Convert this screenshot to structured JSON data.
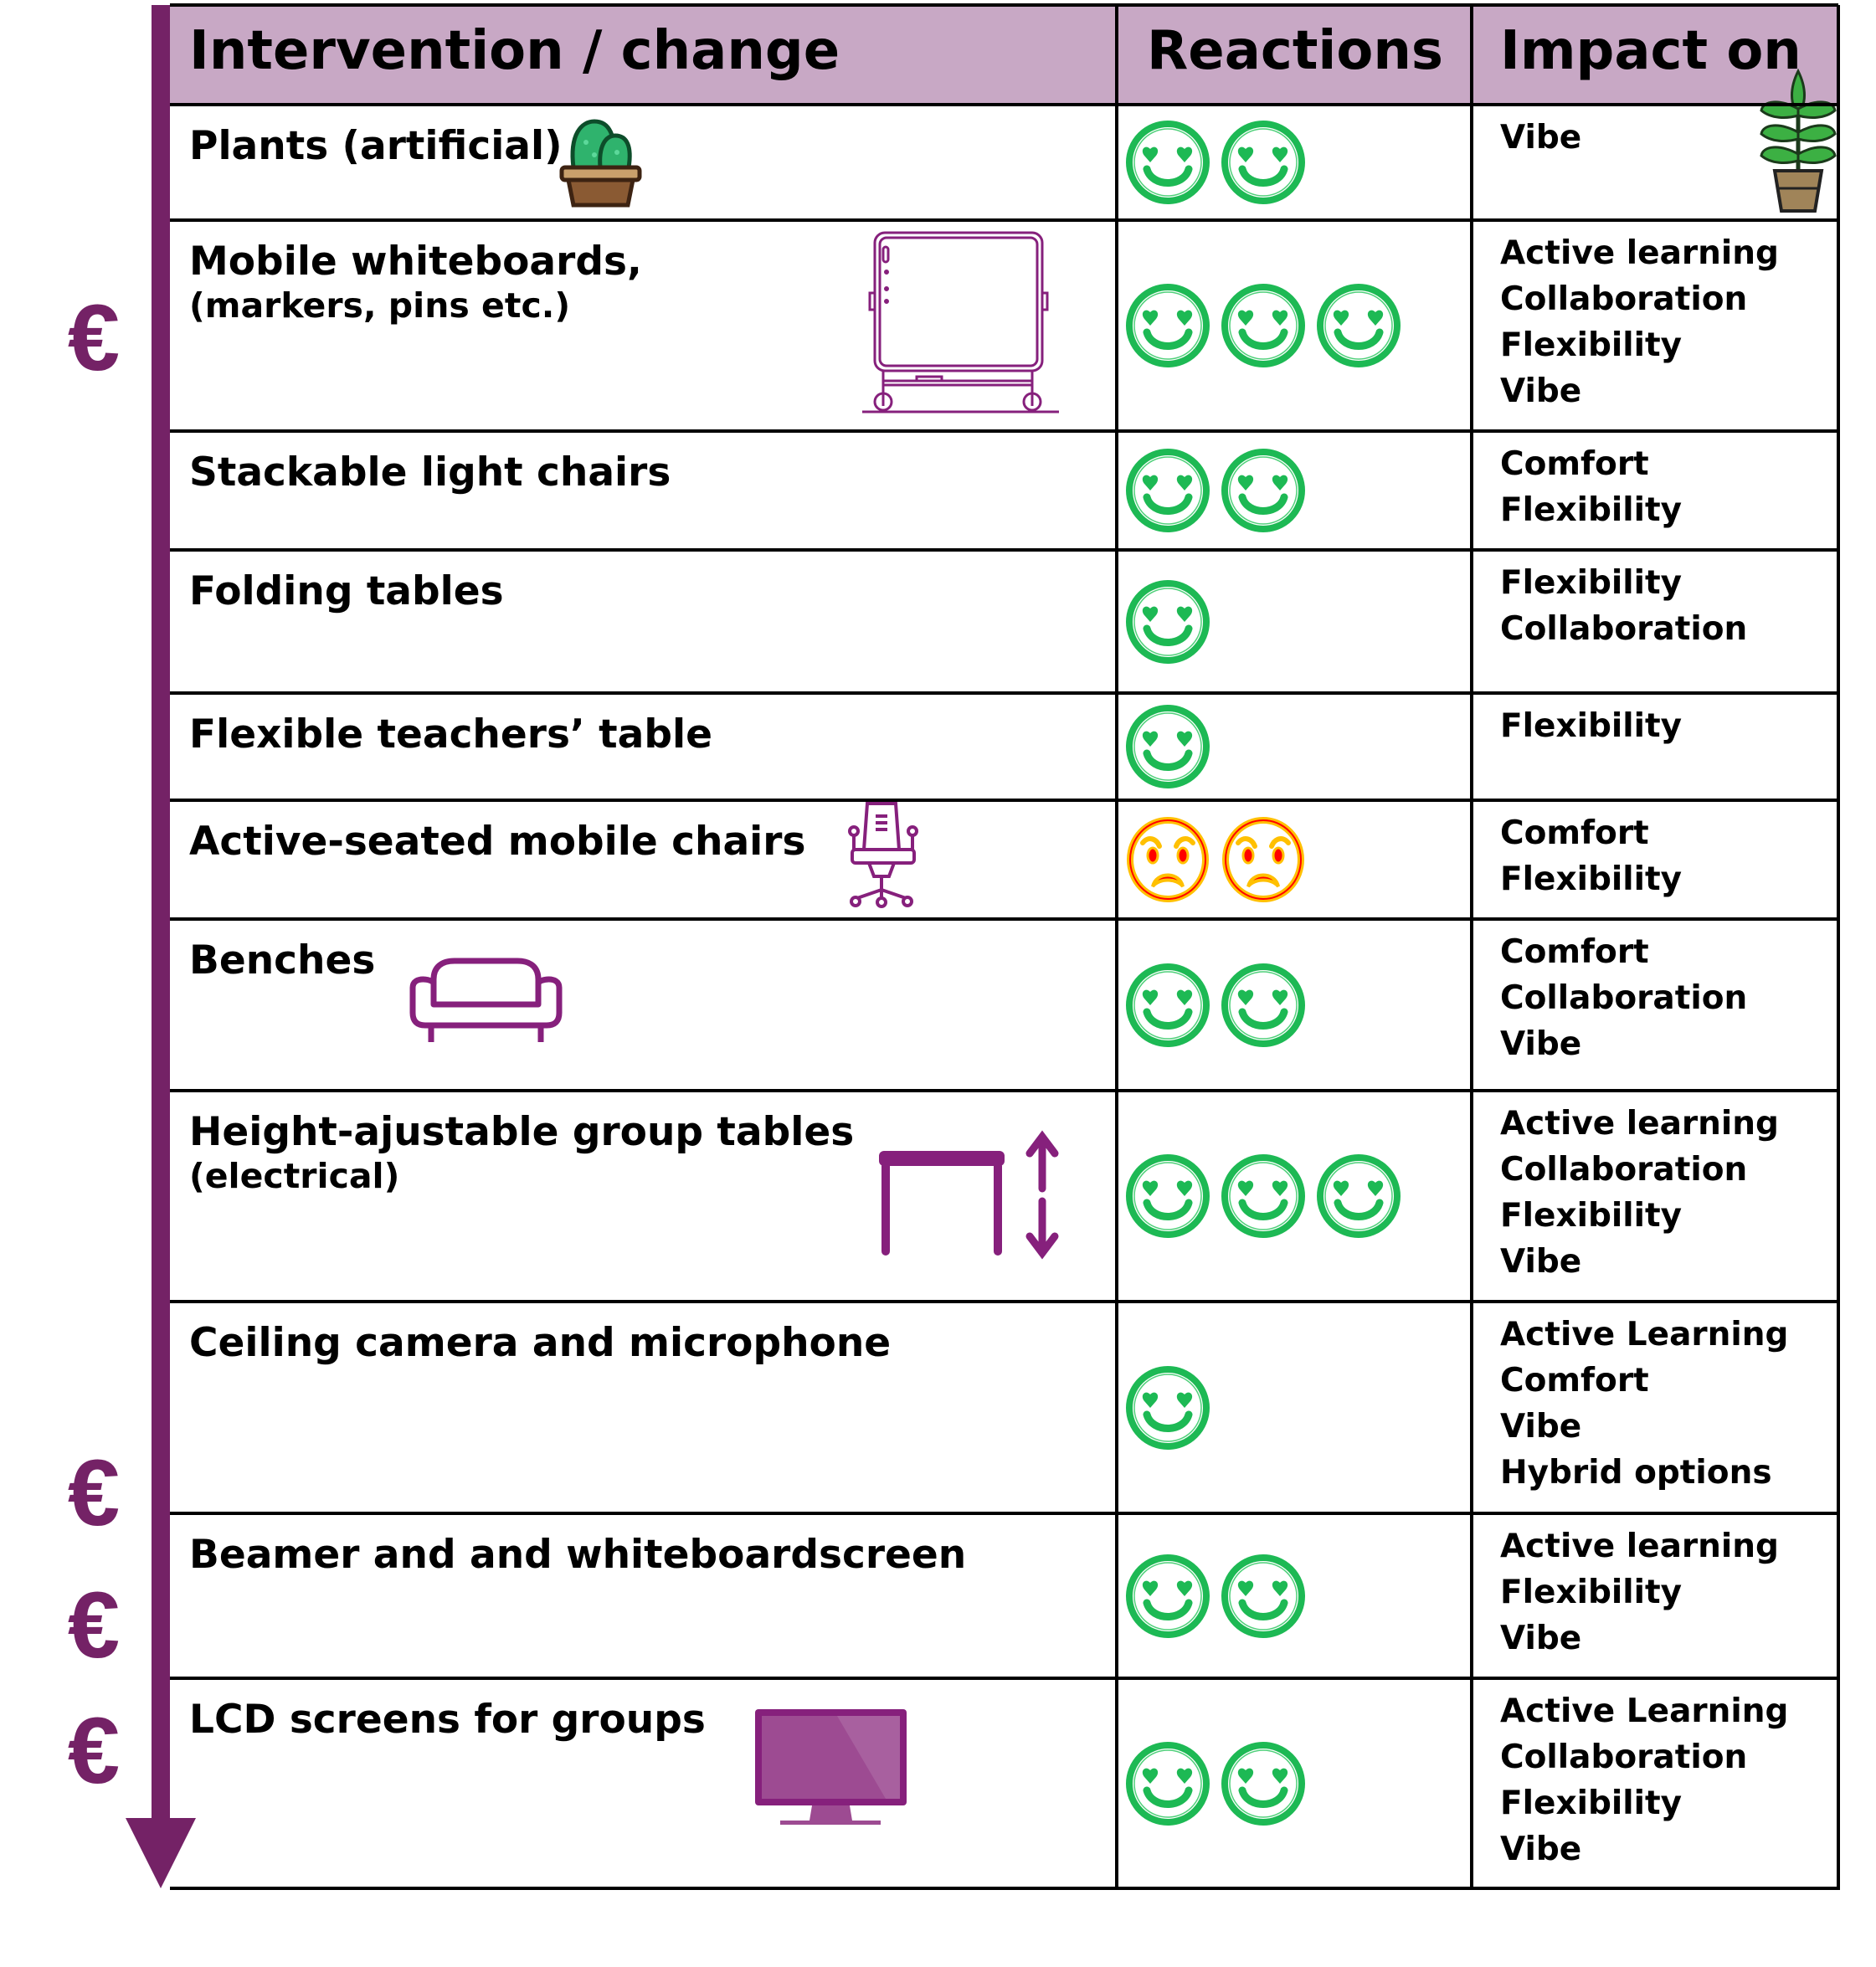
{
  "header": {
    "col_intervention": "Intervention / change",
    "col_reactions": "Reactions",
    "col_impact": "Impact on"
  },
  "cost_axis": {
    "label_icon": "euro-sign",
    "direction": "increasing-cost-downward",
    "euro_symbols": [
      "€",
      "€",
      "€",
      "€"
    ],
    "color": "#742266"
  },
  "colors": {
    "header_bg": "#c8a8c5",
    "accent_purple": "#742266",
    "positive_face": "#1db954",
    "negative_face_ring": "#ffc000",
    "negative_face_features": "#ff0000"
  },
  "rows": [
    {
      "title": "Plants (artificial)",
      "subtitle": "",
      "icon": "cactus-pot-icon",
      "reaction_type": "positive",
      "reaction_count": 2,
      "impact": [
        "Vibe"
      ]
    },
    {
      "title": "Mobile whiteboards,",
      "subtitle": "(markers, pins etc.)",
      "icon": "mobile-whiteboard-icon",
      "reaction_type": "positive",
      "reaction_count": 3,
      "impact": [
        "Active learning",
        "Collaboration",
        "Flexibility",
        "Vibe"
      ]
    },
    {
      "title": "Stackable light chairs",
      "subtitle": "",
      "icon": "",
      "reaction_type": "positive",
      "reaction_count": 2,
      "impact": [
        "Comfort",
        "Flexibility"
      ]
    },
    {
      "title": "Folding tables",
      "subtitle": "",
      "icon": "",
      "reaction_type": "positive",
      "reaction_count": 1,
      "impact": [
        "Flexibility",
        "Collaboration"
      ]
    },
    {
      "title": "Flexible teachers’  table",
      "subtitle": "",
      "icon": "",
      "reaction_type": "positive",
      "reaction_count": 1,
      "impact": [
        "Flexibility"
      ]
    },
    {
      "title": "Active-seated mobile chairs",
      "subtitle": "",
      "icon": "office-chair-icon",
      "reaction_type": "negative",
      "reaction_count": 2,
      "impact": [
        "Comfort",
        "Flexibility"
      ]
    },
    {
      "title": "Benches",
      "subtitle": "",
      "icon": "sofa-bench-icon",
      "reaction_type": "positive",
      "reaction_count": 2,
      "impact": [
        "Comfort",
        "Collaboration",
        "Vibe"
      ]
    },
    {
      "title": "Height-ajustable group tables",
      "subtitle": "(electrical)",
      "icon": "height-adjustable-table-icon",
      "reaction_type": "positive",
      "reaction_count": 3,
      "impact": [
        "Active learning",
        "Collaboration",
        "Flexibility",
        "Vibe"
      ]
    },
    {
      "title": "Ceiling camera and microphone",
      "subtitle": "",
      "icon": "",
      "reaction_type": "positive",
      "reaction_count": 1,
      "impact": [
        "Active Learning",
        "Comfort",
        "Vibe",
        "Hybrid options"
      ]
    },
    {
      "title": "Beamer and and whiteboardscreen",
      "subtitle": "",
      "icon": "",
      "reaction_type": "positive",
      "reaction_count": 2,
      "impact": [
        "Active learning",
        "Flexibility",
        "Vibe"
      ]
    },
    {
      "title": "LCD screens for groups",
      "subtitle": "",
      "icon": "monitor-icon",
      "reaction_type": "positive",
      "reaction_count": 2,
      "impact": [
        "Active Learning",
        "Collaboration",
        "Flexibility",
        "Vibe"
      ]
    }
  ]
}
